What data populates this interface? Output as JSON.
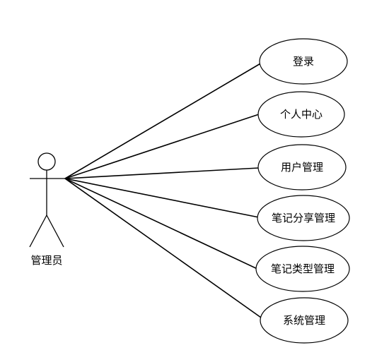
{
  "actor": {
    "name": "管理员"
  },
  "use_cases": [
    {
      "label": "登录"
    },
    {
      "label": "个人中心"
    },
    {
      "label": "用户管理"
    },
    {
      "label": "笔记分享管理"
    },
    {
      "label": "笔记类型管理"
    },
    {
      "label": "系统管理"
    }
  ]
}
